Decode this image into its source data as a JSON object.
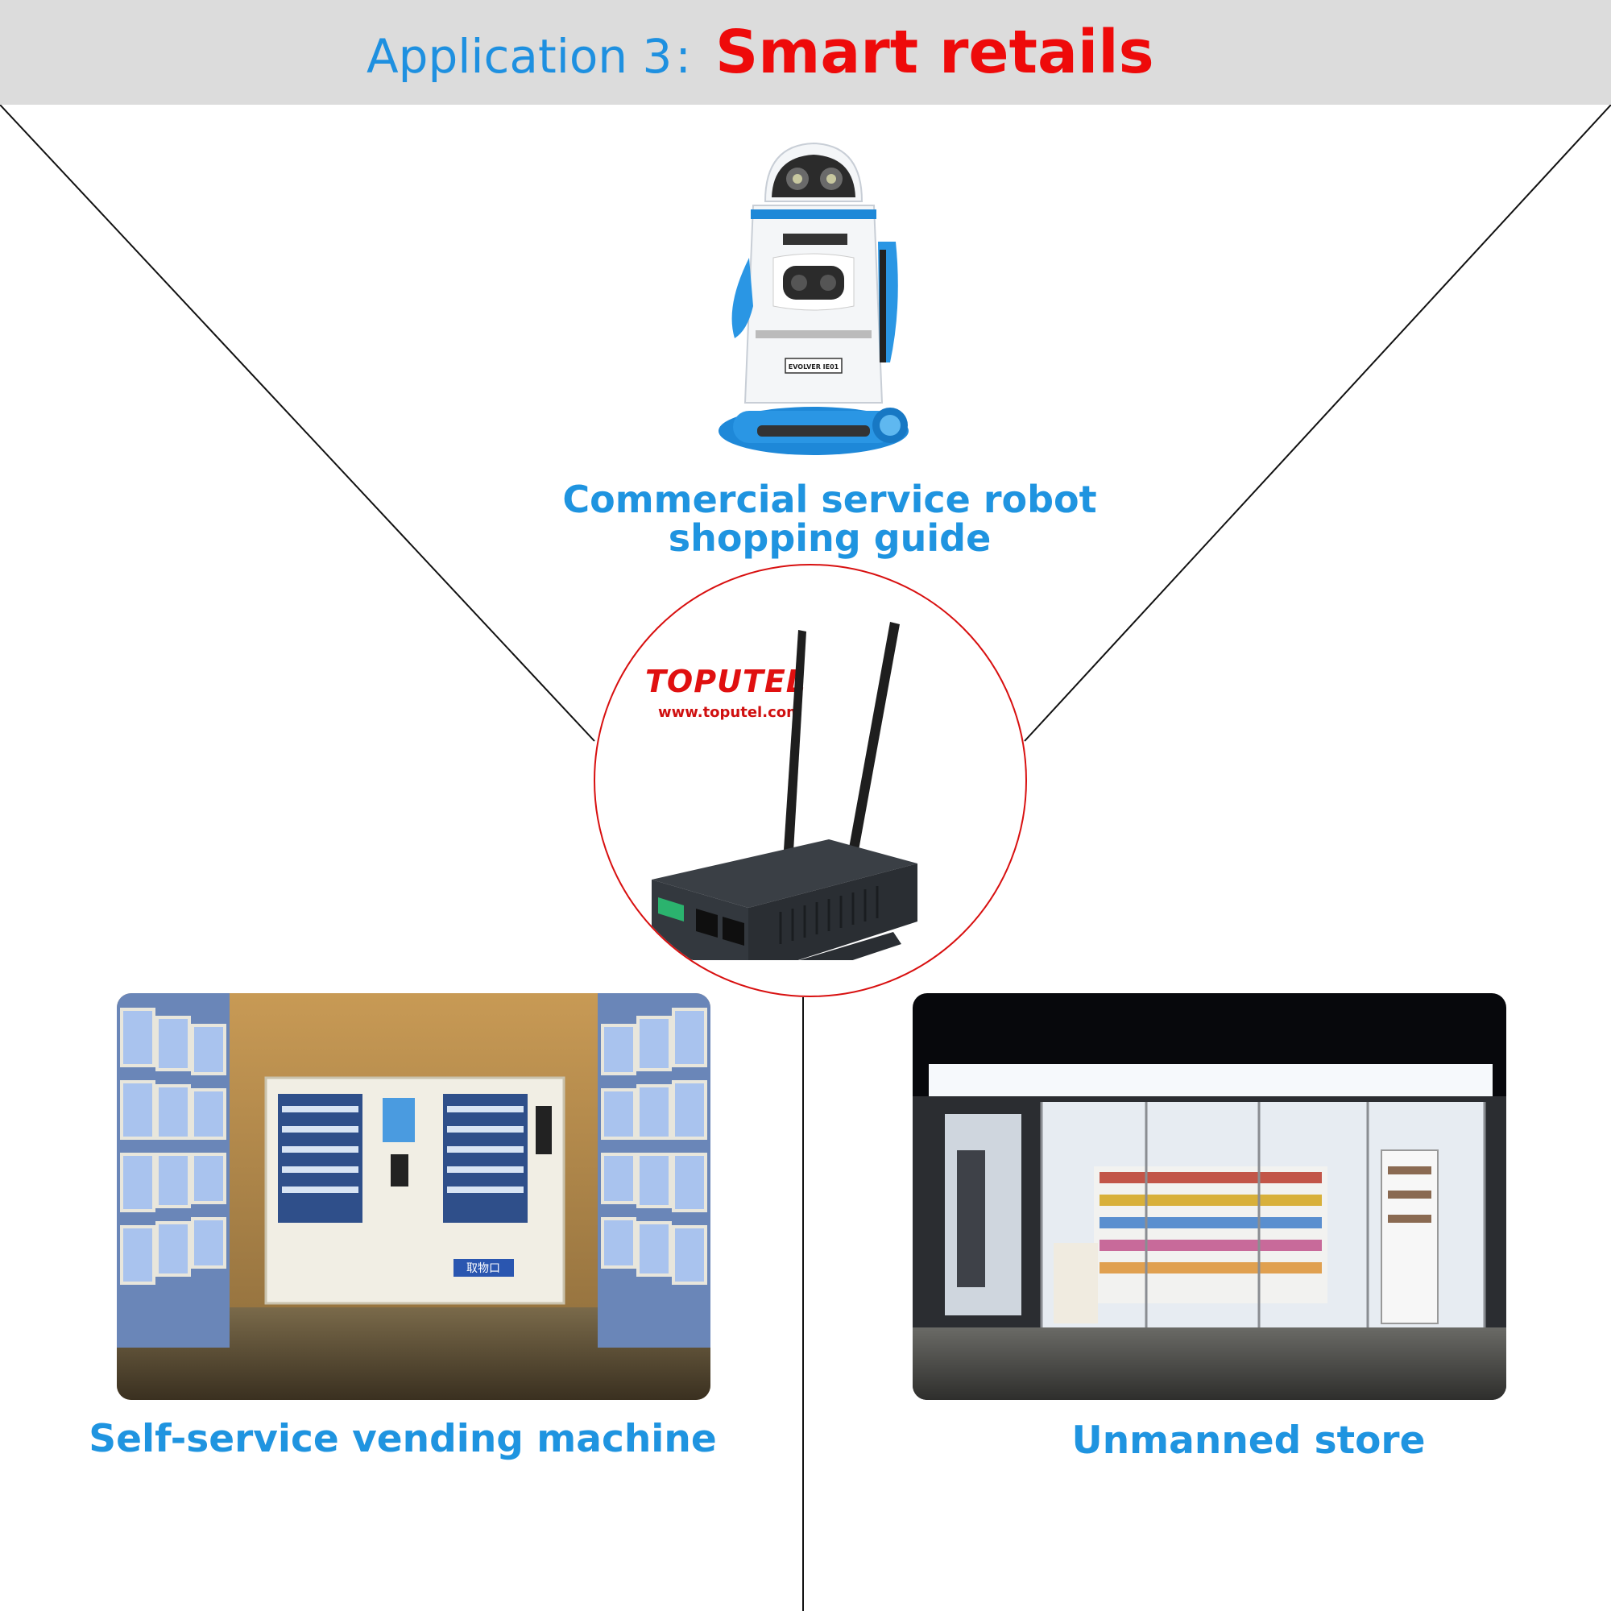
{
  "header": {
    "prefix": "Application 3",
    "separator": ":",
    "title": "Smart retails"
  },
  "robot": {
    "icon": "service-robot-icon",
    "badge": "EVOLVER IE01",
    "caption_line1": "Commercial service robot",
    "caption_line2": "shopping guide"
  },
  "router": {
    "icon": "dual-antenna-router-icon",
    "brand": "TOPUTEL",
    "url": "www.toputel.com"
  },
  "vending": {
    "caption": "Self-service vending machine",
    "panel_text": "取物口"
  },
  "store": {
    "caption": "Unmanned store"
  },
  "colors": {
    "accent_blue": "#1f94e0",
    "title_red": "#ee0a0a",
    "circle_red": "#d81010",
    "header_bg": "#dcdcdc"
  }
}
